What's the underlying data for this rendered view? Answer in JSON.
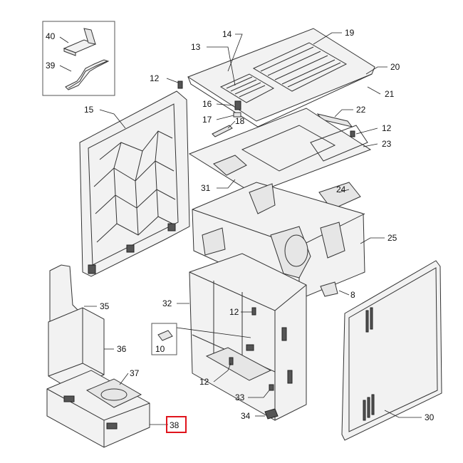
{
  "callouts": [
    {
      "id": "c40",
      "text": "40"
    },
    {
      "id": "c39",
      "text": "39"
    },
    {
      "id": "c14",
      "text": "14"
    },
    {
      "id": "c13",
      "text": "13"
    },
    {
      "id": "c19",
      "text": "19"
    },
    {
      "id": "c20",
      "text": "20"
    },
    {
      "id": "c21",
      "text": "21"
    },
    {
      "id": "c12a",
      "text": "12"
    },
    {
      "id": "c15",
      "text": "15"
    },
    {
      "id": "c16",
      "text": "16"
    },
    {
      "id": "c17",
      "text": "17"
    },
    {
      "id": "c18",
      "text": "18"
    },
    {
      "id": "c22",
      "text": "22"
    },
    {
      "id": "c12b",
      "text": "12"
    },
    {
      "id": "c23",
      "text": "23"
    },
    {
      "id": "c31",
      "text": "31"
    },
    {
      "id": "c24",
      "text": "24"
    },
    {
      "id": "c25",
      "text": "25"
    },
    {
      "id": "c8",
      "text": "8"
    },
    {
      "id": "c32",
      "text": "32"
    },
    {
      "id": "c35",
      "text": "35"
    },
    {
      "id": "c12c",
      "text": "12"
    },
    {
      "id": "c36",
      "text": "36"
    },
    {
      "id": "c10",
      "text": "10"
    },
    {
      "id": "c37",
      "text": "37"
    },
    {
      "id": "c12d",
      "text": "12"
    },
    {
      "id": "c33",
      "text": "33"
    },
    {
      "id": "c34",
      "text": "34"
    },
    {
      "id": "c30",
      "text": "30"
    },
    {
      "id": "c38",
      "text": "38"
    }
  ],
  "highlighted_part": "38",
  "highlight_color": "#e0141c"
}
